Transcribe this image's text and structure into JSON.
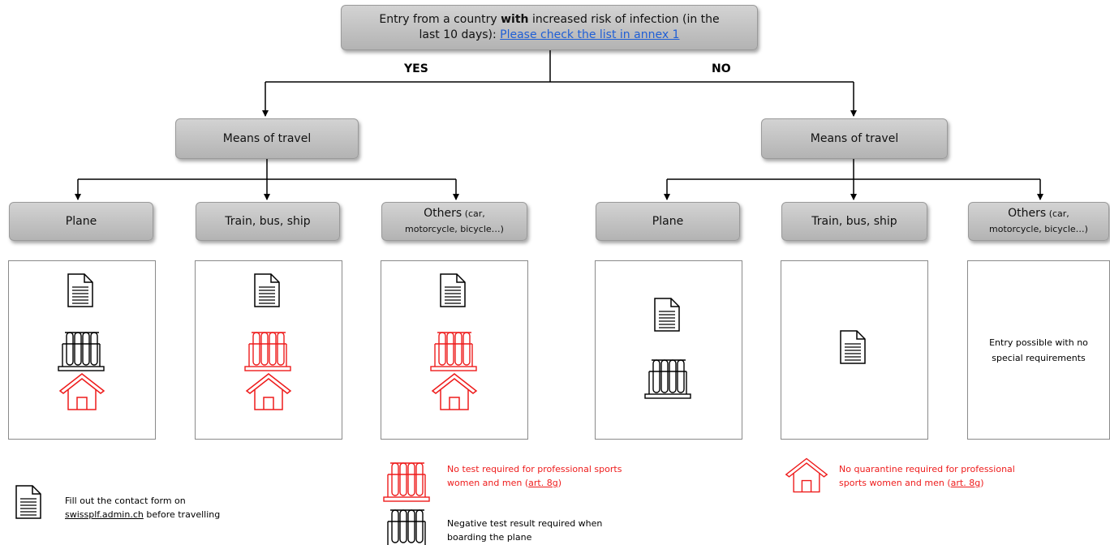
{
  "root": {
    "line1_pre": "Entry from a country ",
    "line1_bold": "with",
    "line1_post": " increased risk of infection (in the",
    "line2_pre": "last 10 days): ",
    "link": "Please check the list in annex 1"
  },
  "branches": {
    "yes": "YES",
    "no": "NO"
  },
  "yes_side": {
    "means_label": "Means of travel",
    "plane": "Plane",
    "train": "Train, bus, ship",
    "others_main": "Others",
    "others_sub_1": " (car,",
    "others_sub_2": "motorcycle, bicycle…)"
  },
  "no_side": {
    "means_label": "Means of travel",
    "plane": "Plane",
    "train": "Train, bus, ship",
    "others_main": "Others",
    "others_sub_1": " (car,",
    "others_sub_2": "motorcycle, bicycle…)",
    "others_text_1": "Entry possible with no",
    "others_text_2": "special requirements"
  },
  "legend": {
    "form_1": "Fill out the contact form on",
    "form_link": "swissplf.admin.ch",
    "form_2": " before travelling",
    "test_red_1": "No test required for professional sports",
    "test_red_2": "women and men (",
    "test_red_link": "art. 8g",
    "test_red_3": ")",
    "test_1": "Negative test result required when",
    "test_2": "boarding the plane",
    "quar_1": "No quarantine required for professional",
    "quar_2": "sports women and men (",
    "quar_link": "art. 8g",
    "quar_3": ")"
  },
  "colors": {
    "accent_red": "#ee1c1c",
    "link_blue": "#1f5fd6",
    "node_gray": "#c4c4c4"
  }
}
